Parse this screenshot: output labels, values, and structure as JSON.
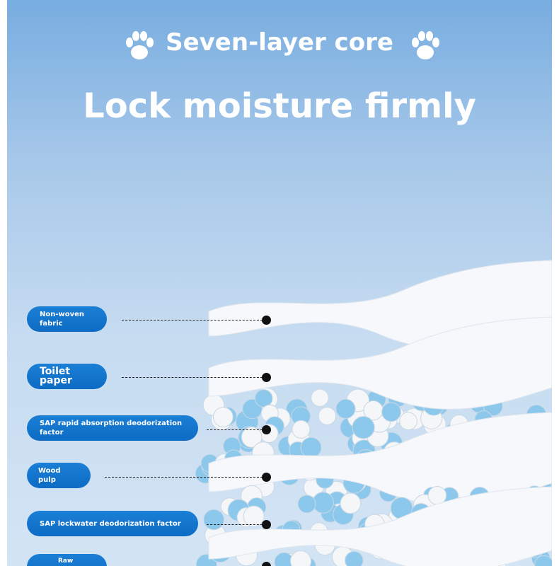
{
  "headline": {
    "subtitle": "Seven-layer core",
    "title": "Lock moisture firmly"
  },
  "icons": {
    "left": "paw-icon",
    "right": "paw-icon"
  },
  "colors": {
    "pill": "#0d6bc4",
    "background_top": "#78ade0",
    "background_bottom": "#d3e4f4",
    "bead_blue": "#8cc8ec"
  },
  "layers": [
    {
      "label": "Non-woven fabric"
    },
    {
      "label": "Toilet paper"
    },
    {
      "label": "SAP rapid absorption deodorization factor"
    },
    {
      "label": "Wood pulp"
    },
    {
      "label": "SAP lockwater deodorization factor"
    },
    {
      "label": "Raw Paper"
    }
  ]
}
